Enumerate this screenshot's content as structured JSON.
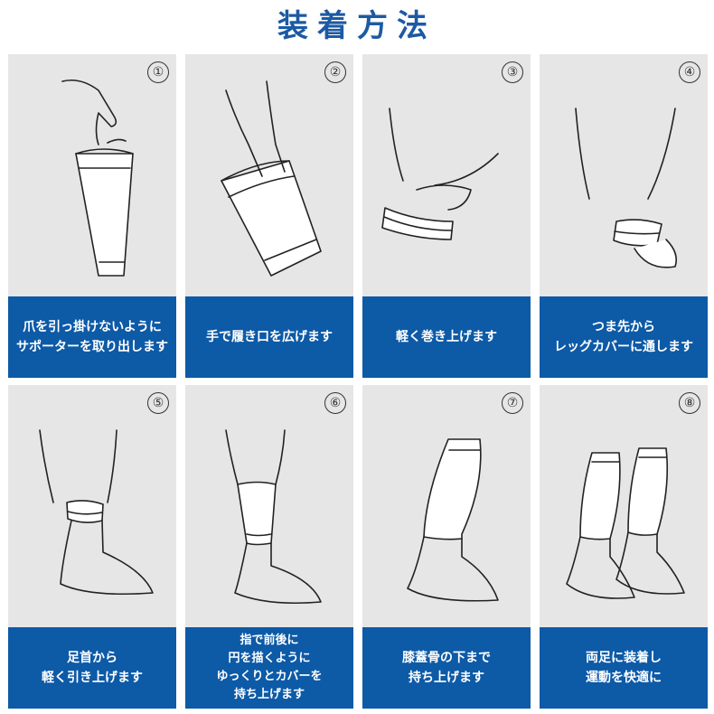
{
  "title": "装着方法",
  "steps": [
    {
      "number": "①",
      "lines": [
        "爪を引っ掛けないように",
        "サポーターを取り出します"
      ]
    },
    {
      "number": "②",
      "lines": [
        "手で履き口を広げます"
      ]
    },
    {
      "number": "③",
      "lines": [
        "軽く巻き上げます"
      ]
    },
    {
      "number": "④",
      "lines": [
        "つま先から",
        "レッグカバーに通します"
      ]
    },
    {
      "number": "⑤",
      "lines": [
        "足首から",
        "軽く引き上げます"
      ]
    },
    {
      "number": "⑥",
      "lines": [
        "指で前後に",
        "円を描くように",
        "ゆっくりとカバーを",
        "持ち上げます"
      ]
    },
    {
      "number": "⑦",
      "lines": [
        "膝蓋骨の下まで",
        "持ち上げます"
      ]
    },
    {
      "number": "⑧",
      "lines": [
        "両足に装着し",
        "運動を快適に"
      ]
    }
  ]
}
